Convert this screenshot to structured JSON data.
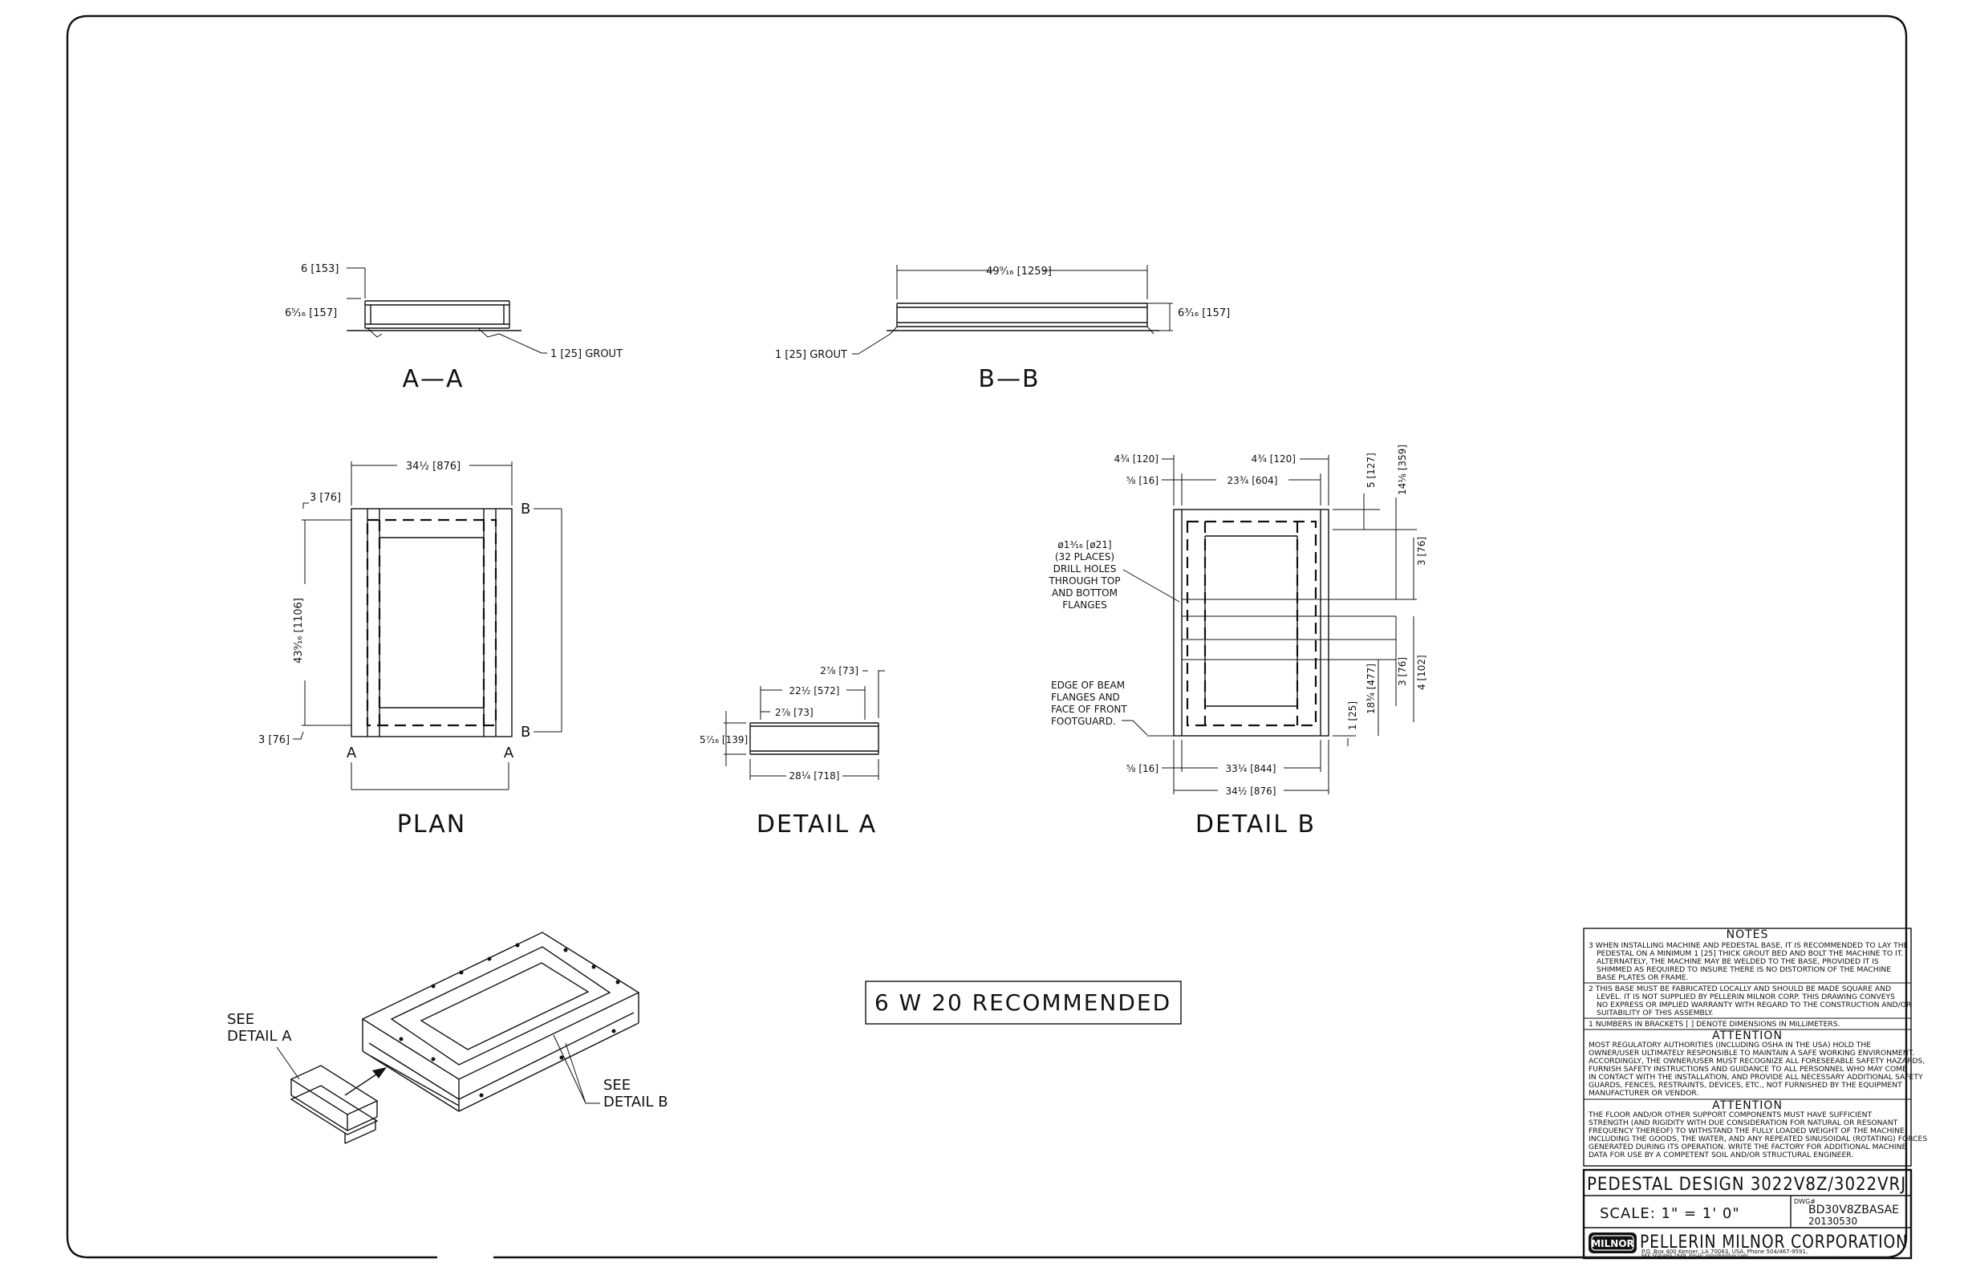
{
  "views": {
    "aa": {
      "title": "A—A",
      "dim_top": "6 [153]",
      "dim_left": "6⁵⁄₁₆ [157]",
      "grout": "1 [25] GROUT"
    },
    "bb": {
      "title": "B—B",
      "dim_top": "49⁹⁄₁₆ [1259]",
      "dim_right": "6³⁄₁₆ [157]",
      "grout": "1 [25] GROUT"
    },
    "plan": {
      "title": "PLAN",
      "dim_width": "34½ [876]",
      "dim_top_left": "3 [76]",
      "dim_height": "43⁹⁄₁₆ [1106]",
      "dim_bottom_left": "3 [76]",
      "mark_b_top": "B",
      "mark_b_bottom": "B",
      "mark_a_left": "A",
      "mark_a_right": "A"
    },
    "detail_a": {
      "title": "DETAIL A",
      "d1": "2⅞ [73]",
      "d2": "22½ [572]",
      "d3": "2⅞ [73]",
      "d4": "5⁷⁄₁₆ [139]",
      "d5": "28¼ [718]"
    },
    "detail_b": {
      "title": "DETAIL B",
      "d_top_left": "4¾ [120]",
      "d_top_right": "4¾ [120]",
      "d_flange": "⅝ [16]",
      "d_inner": "23¾ [604]",
      "d_r1": "5 [127]",
      "d_r2": "14⅛ [359]",
      "d_r3": "3 [76]",
      "d_r4": "4 [102]",
      "d_r5": "3 [76]",
      "d_r6": "18¾ [477]",
      "d_r7": "1 [25]",
      "d_bot_left": "⅝ [16]",
      "d_bot_inner": "33¼ [844]",
      "d_bot_outer": "34½ [876]",
      "holes_note": [
        "ø1³⁄₁₆ [ø21]",
        "(32 PLACES)",
        "DRILL HOLES",
        "THROUGH TOP",
        "AND BOTTOM",
        "FLANGES"
      ],
      "edge_note": [
        "EDGE OF BEAM",
        "FLANGES AND",
        "FACE OF FRONT",
        "FOOTGUARD."
      ]
    },
    "iso": {
      "see_a": [
        "SEE",
        "DETAIL A"
      ],
      "see_b": [
        "SEE",
        "DETAIL B"
      ]
    }
  },
  "recommended": "6 W 20 RECOMMENDED",
  "notes": {
    "title": "NOTES",
    "n3": [
      "3  WHEN INSTALLING MACHINE AND PEDESTAL BASE, IT IS RECOMMENDED TO LAY THE",
      "PEDESTAL ON A MINIMUM 1 [25] THICK GROUT BED AND BOLT THE MACHINE TO IT.",
      "ALTERNATELY, THE MACHINE MAY BE WELDED TO THE BASE, PROVIDED IT IS",
      "SHIMMED AS REQUIRED TO INSURE THERE IS NO DISTORTION OF THE MACHINE",
      "BASE PLATES OR FRAME."
    ],
    "n2": [
      "2  THIS BASE MUST BE FABRICATED LOCALLY AND SHOULD BE MADE SQUARE AND",
      "LEVEL. IT IS NOT SUPPLIED BY PELLERIN MILNOR CORP. THIS DRAWING CONVEYS",
      "NO EXPRESS OR IMPLIED WARRANTY WITH REGARD TO THE CONSTRUCTION AND/OR",
      "SUITABILITY OF THIS ASSEMBLY."
    ],
    "n1": "1  NUMBERS IN BRACKETS [ ] DENOTE DIMENSIONS IN MILLIMETERS.",
    "att1_title": "ATTENTION",
    "att1": [
      "MOST REGULATORY AUTHORITIES (INCLUDING OSHA IN THE USA) HOLD THE",
      "OWNER/USER ULTIMATELY RESPONSIBLE TO MAINTAIN A SAFE WORKING ENVIRONMENT.",
      "ACCORDINGLY, THE OWNER/USER MUST RECOGNIZE ALL FORESEEABLE SAFETY HAZARDS,",
      "FURNISH SAFETY INSTRUCTIONS AND GUIDANCE TO ALL PERSONNEL WHO MAY COME",
      "IN CONTACT WITH THE INSTALLATION, AND PROVIDE ALL NECESSARY ADDITIONAL SAFETY",
      "GUARDS, FENCES, RESTRAINTS, DEVICES, ETC., NOT FURNISHED BY THE EQUIPMENT",
      "MANUFACTURER OR VENDOR."
    ],
    "att2_title": "ATTENTION",
    "att2": [
      "THE FLOOR AND/OR OTHER SUPPORT COMPONENTS MUST HAVE SUFFICIENT",
      "STRENGTH (AND RIGIDITY WITH DUE CONSIDERATION FOR NATURAL OR RESONANT",
      "FREQUENCY THEREOF) TO WITHSTAND THE FULLY LOADED WEIGHT OF THE MACHINE",
      "INCLUDING THE GOODS, THE WATER, AND ANY REPEATED SINUSOIDAL (ROTATING) FORCES",
      "GENERATED DURING ITS OPERATION. WRITE THE FACTORY FOR ADDITIONAL MACHINE",
      "DATA FOR USE BY A COMPETENT SOIL AND/OR STRUCTURAL ENGINEER."
    ]
  },
  "title_block": {
    "title": "PEDESTAL DESIGN 3022V8Z/3022VRJ",
    "scale": "SCALE: 1\" = 1' 0\"",
    "dwg_label": "DWG#",
    "dwg_no": "BD30V8ZBASAE",
    "date": "20130530",
    "logo": "MILNOR",
    "company": "PELLERIN MILNOR CORPORATION",
    "address1": "P.O. Box 400 Kenner, LA 70063, USA, Phone 504/467-9591,",
    "address2": "FAX 504/469-1849, Email: mlnr@milnor.com"
  }
}
